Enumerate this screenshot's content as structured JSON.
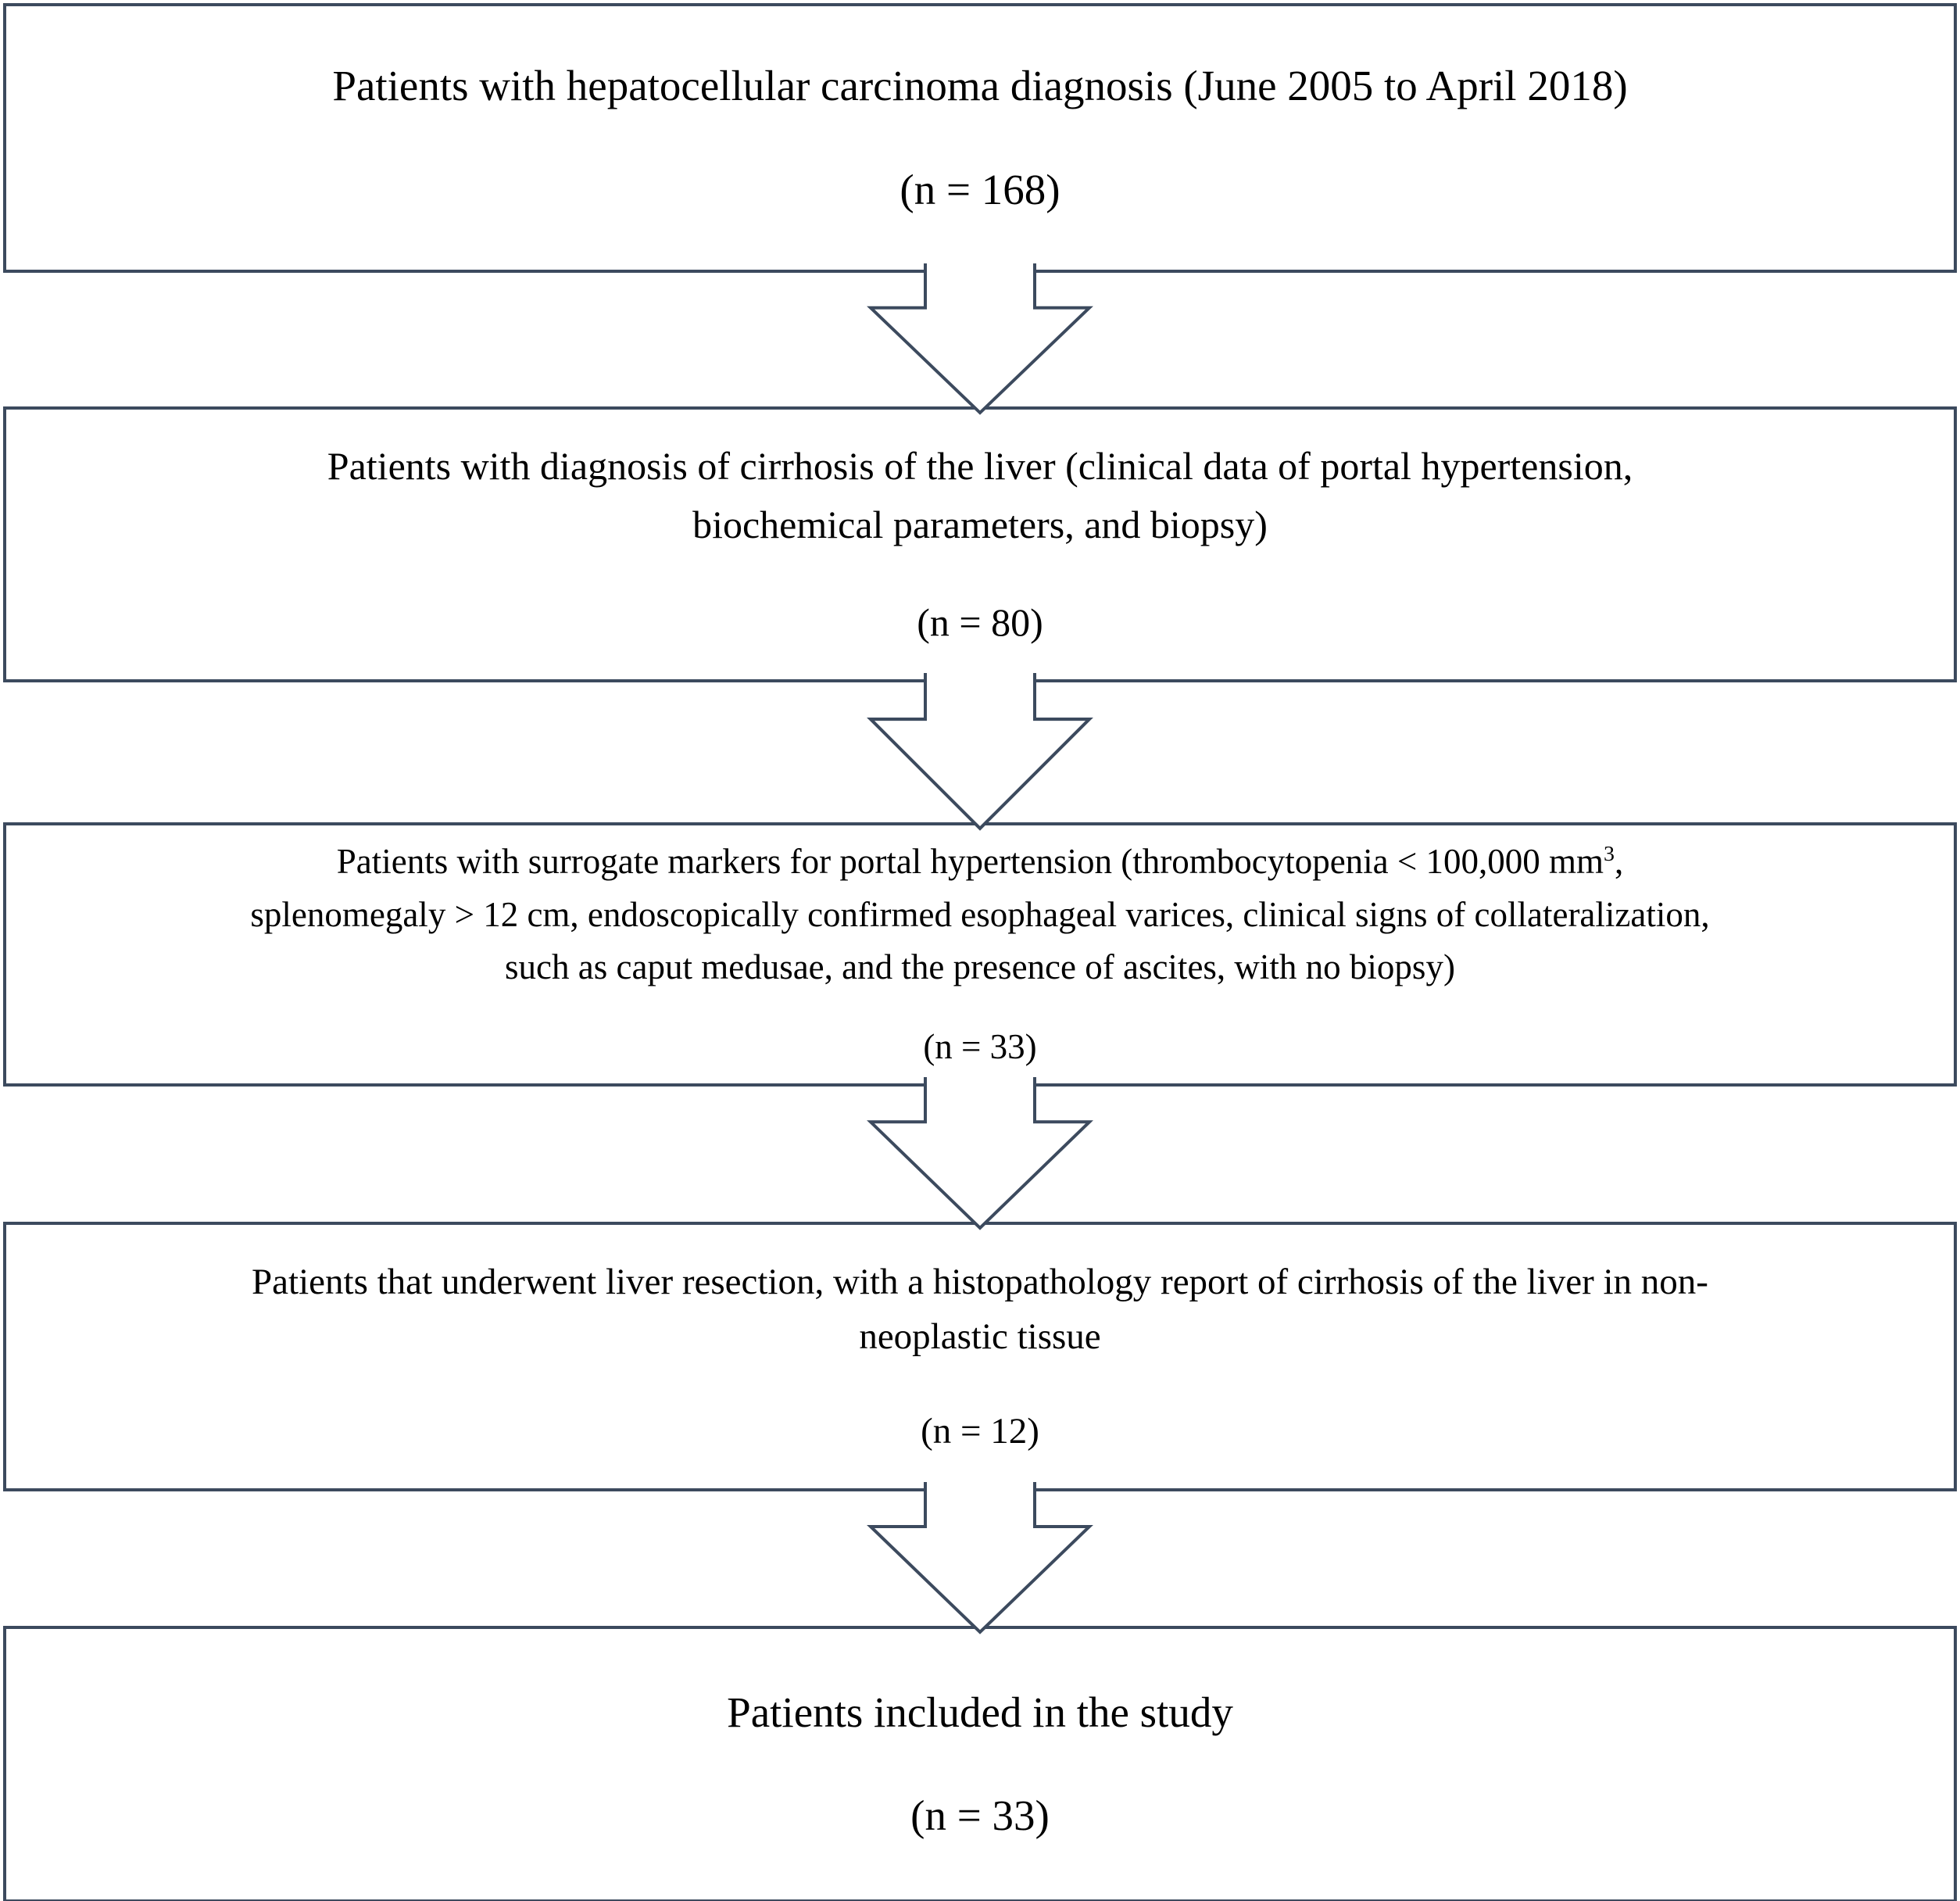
{
  "colors": {
    "border": "#3c4a5e",
    "text": "#000000",
    "background": "#ffffff"
  },
  "flowchart": {
    "boxes": [
      {
        "id": "hcc-diagnosis",
        "lines": [
          "Patients with hepatocellular carcinoma diagnosis (June 2005 to April 2018)"
        ],
        "count": "(n = 168)"
      },
      {
        "id": "cirrhosis-diagnosis",
        "lines": [
          "Patients with diagnosis of cirrhosis of the liver (clinical data of portal hypertension,",
          "biochemical parameters, and biopsy)"
        ],
        "count": "(n = 80)"
      },
      {
        "id": "surrogate-markers",
        "line1": {
          "pre_sup": "Patients with surrogate markers for portal hypertension (thrombocytopenia < 100,000 mm",
          "sup": "3",
          "post_sup": ","
        },
        "lines_rest": [
          "splenomegaly > 12 cm, endoscopically confirmed esophageal varices, clinical signs of collateralization,",
          "such as caput medusae, and the presence of ascites, with no biopsy)"
        ],
        "count": "(n = 33)"
      },
      {
        "id": "liver-resection",
        "lines": [
          "Patients that underwent liver resection, with a histopathology report of cirrhosis of the liver in non-",
          "neoplastic tissue"
        ],
        "count": "(n = 12)"
      },
      {
        "id": "included-in-study",
        "lines": [
          "Patients included in the study"
        ],
        "count": "(n = 33)"
      }
    ]
  }
}
